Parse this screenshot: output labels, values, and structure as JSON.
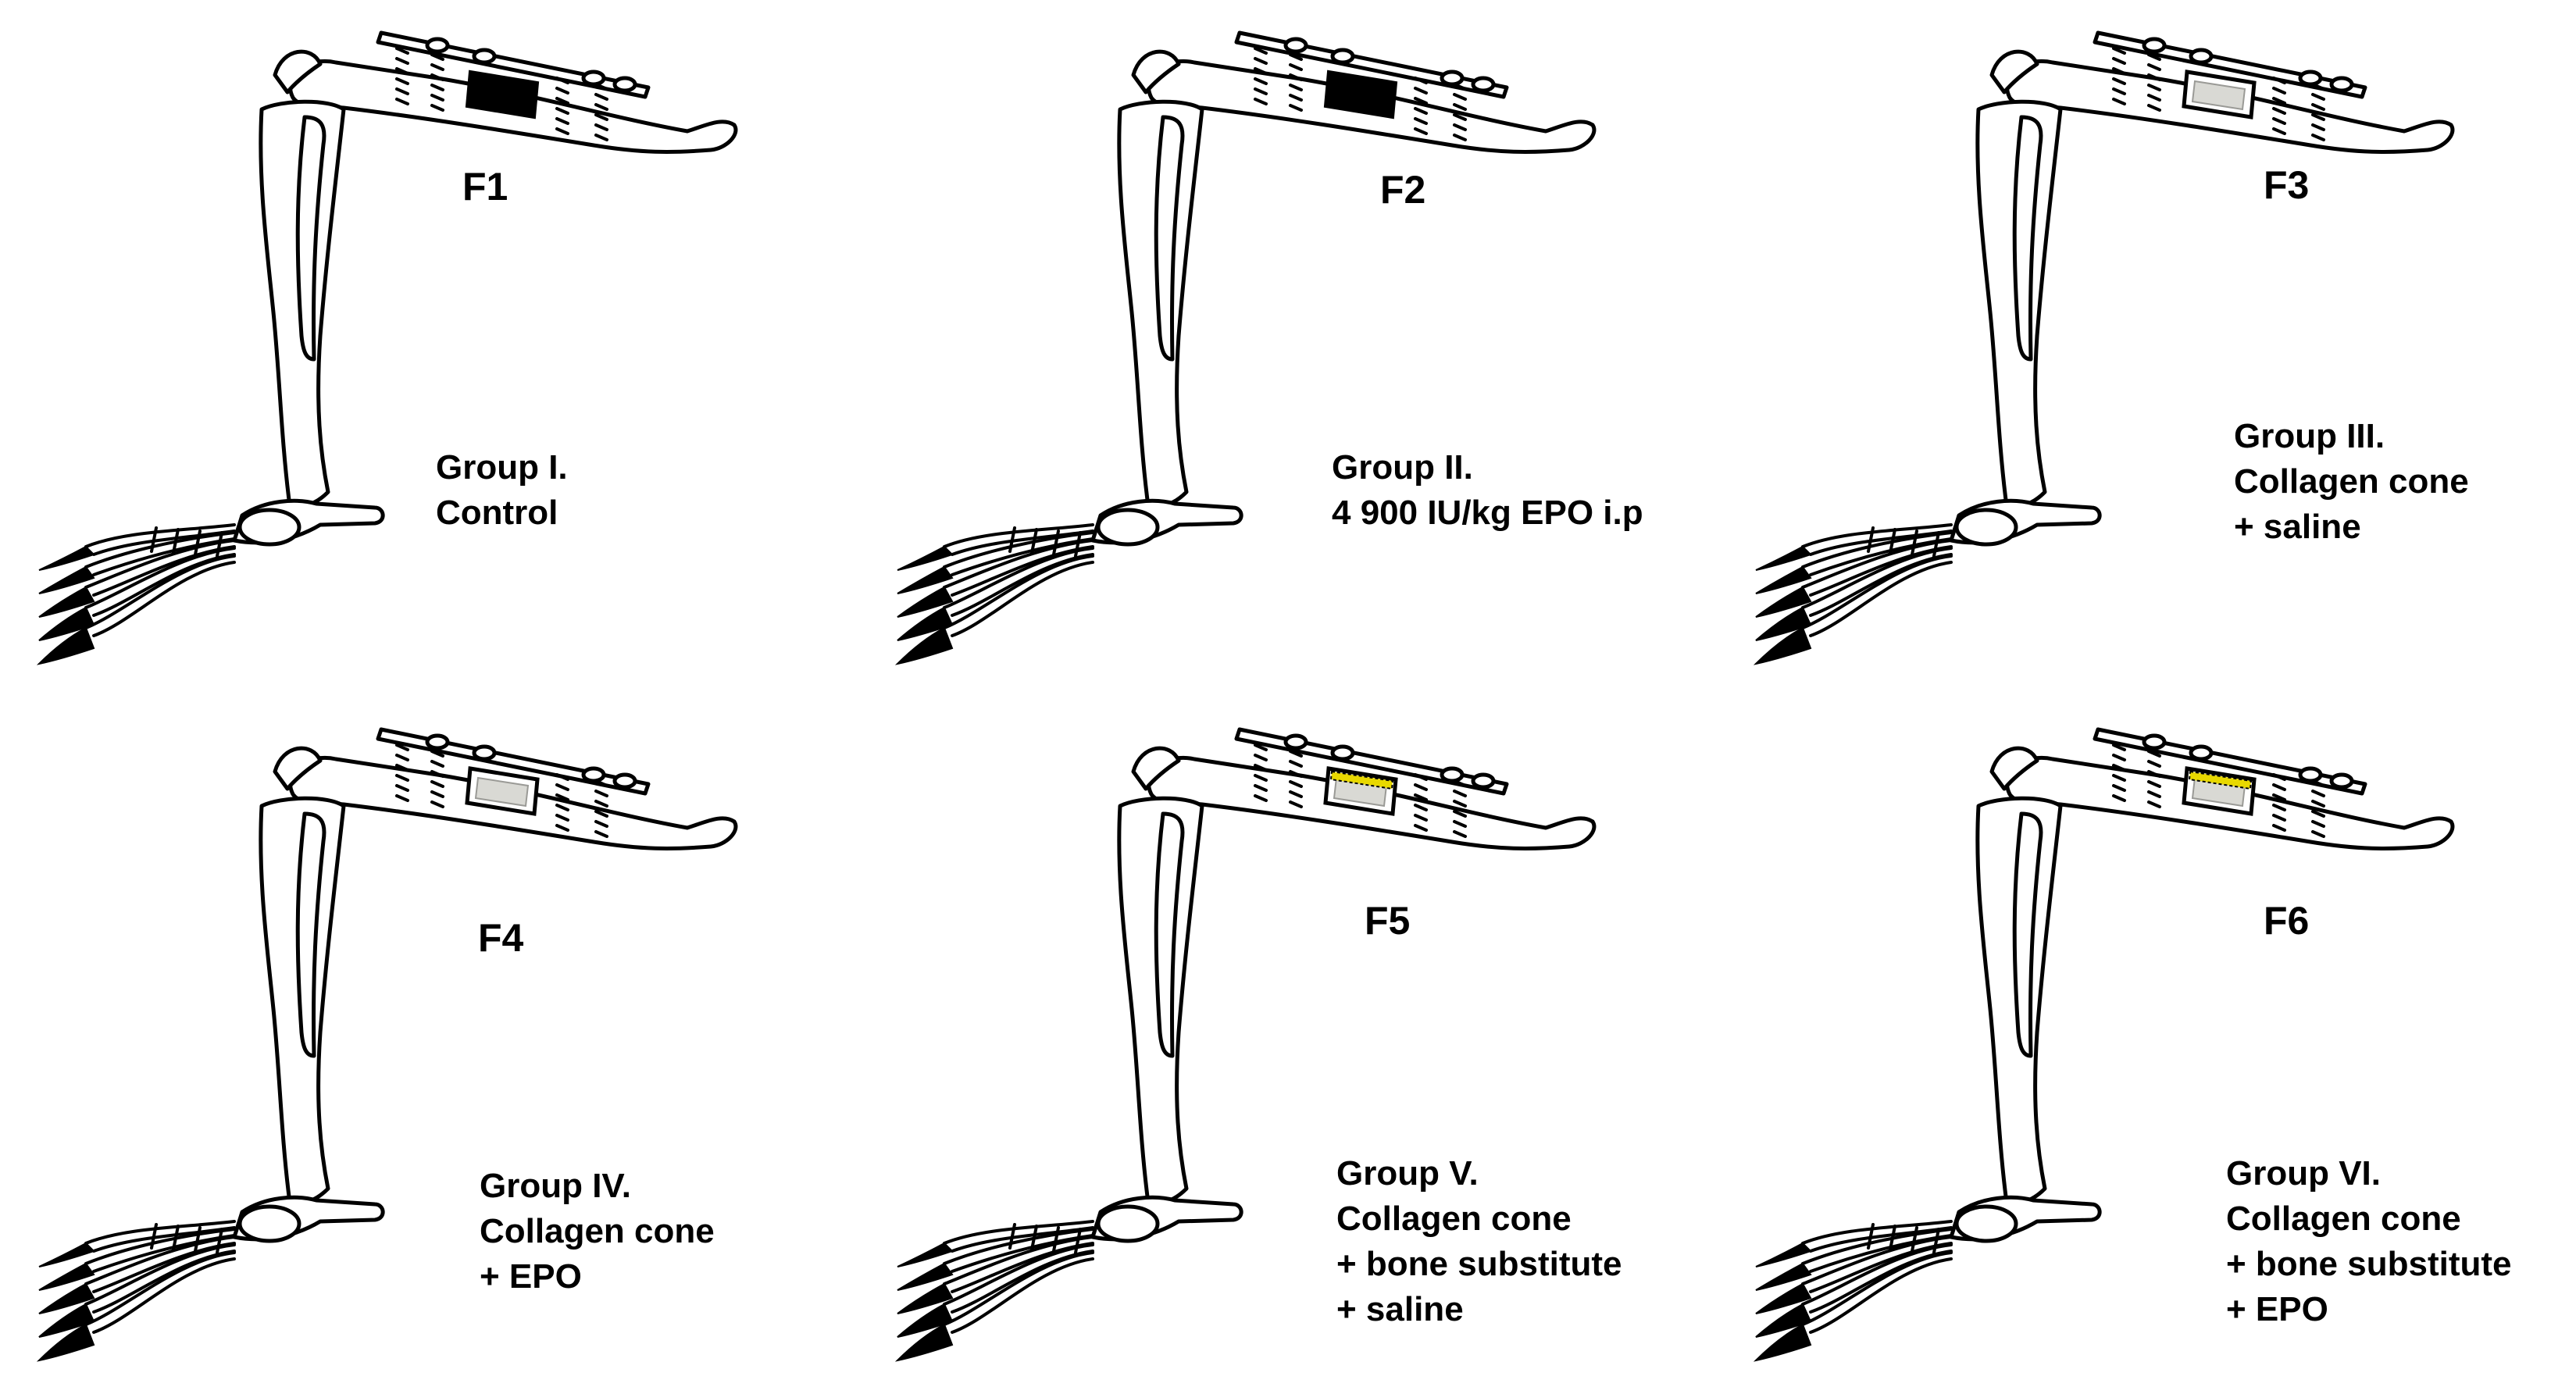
{
  "colors": {
    "defect_filled": "#000000",
    "collagen_cone": "#d9d9d4",
    "bone_substitute": "#e8d800",
    "outline": "#000000"
  },
  "panels": [
    {
      "id": "F1",
      "label": "F1",
      "defect": "filled",
      "caption": [
        "Group I.",
        "Control"
      ]
    },
    {
      "id": "F2",
      "label": "F2",
      "defect": "filled",
      "caption": [
        "Group II.",
        "4 900 IU/kg EPO i.p"
      ]
    },
    {
      "id": "F3",
      "label": "F3",
      "defect": "cone",
      "caption": [
        "Group III.",
        "Collagen cone",
        "+ saline"
      ]
    },
    {
      "id": "F4",
      "label": "F4",
      "defect": "cone",
      "caption": [
        "Group IV.",
        "Collagen cone",
        "+ EPO"
      ]
    },
    {
      "id": "F5",
      "label": "F5",
      "defect": "cone-substitute",
      "caption": [
        "Group V.",
        "Collagen cone",
        "+ bone substitute",
        "+ saline"
      ]
    },
    {
      "id": "F6",
      "label": "F6",
      "defect": "cone-substitute",
      "caption": [
        "Group VI.",
        "Collagen cone",
        "+ bone substitute",
        "+ EPO"
      ]
    }
  ]
}
